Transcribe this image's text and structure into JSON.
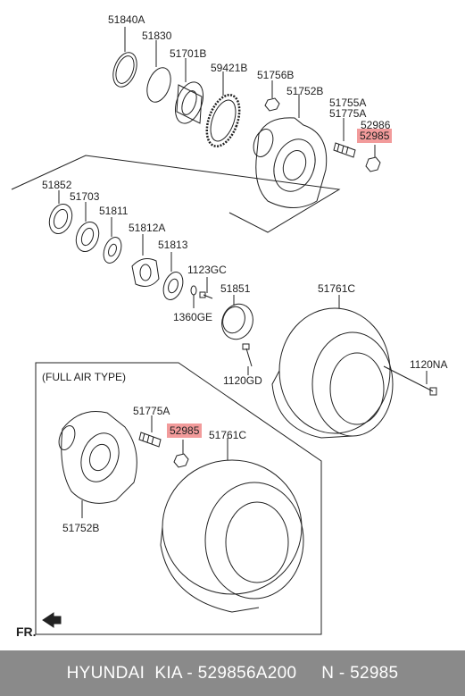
{
  "labels": {
    "p51840A": "51840A",
    "p51830": "51830",
    "p51701B": "51701B",
    "p59421B": "59421B",
    "p51756B": "51756B",
    "p51752B_top": "51752B",
    "p51755A": "51755A",
    "p51775A_top": "51775A",
    "p52986": "52986",
    "p52985_top": "52985",
    "p51852": "51852",
    "p51703": "51703",
    "p51811": "51811",
    "p51812A": "51812A",
    "p51813": "51813",
    "p1123GC": "1123GC",
    "p1360GE": "1360GE",
    "p51851": "51851",
    "p51761C_top": "51761C",
    "p1120NA": "1120NA",
    "p1120GD": "1120GD",
    "full_air_type": "(FULL AIR TYPE)",
    "p51775A_bottom": "51775A",
    "p52985_bottom": "52985",
    "p51761C_bottom": "51761C",
    "p51752B_bottom": "51752B",
    "front_marker": "FR."
  },
  "highlight_color": "#f29b9b",
  "footer": {
    "text": "HYUNDAI  KIA - 529856A200     N - 52985"
  }
}
